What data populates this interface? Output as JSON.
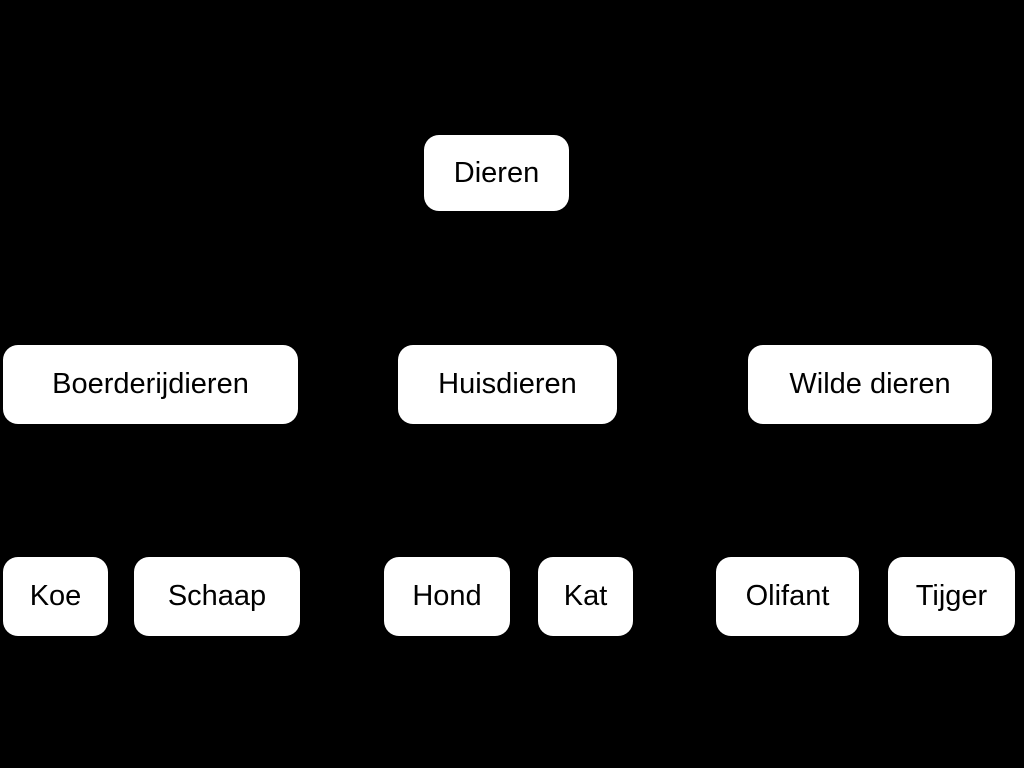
{
  "diagram": {
    "type": "tree",
    "colors": {
      "background": "#000000",
      "node_fill": "#ffffff",
      "node_text": "#000000"
    },
    "root": {
      "label": "Dieren",
      "children": [
        {
          "label": "Boerderijdieren",
          "children": [
            {
              "label": "Koe"
            },
            {
              "label": "Schaap"
            }
          ]
        },
        {
          "label": "Huisdieren",
          "children": [
            {
              "label": "Hond"
            },
            {
              "label": "Kat"
            }
          ]
        },
        {
          "label": "Wilde dieren",
          "children": [
            {
              "label": "Olifant"
            },
            {
              "label": "Tijger"
            }
          ]
        }
      ]
    }
  }
}
